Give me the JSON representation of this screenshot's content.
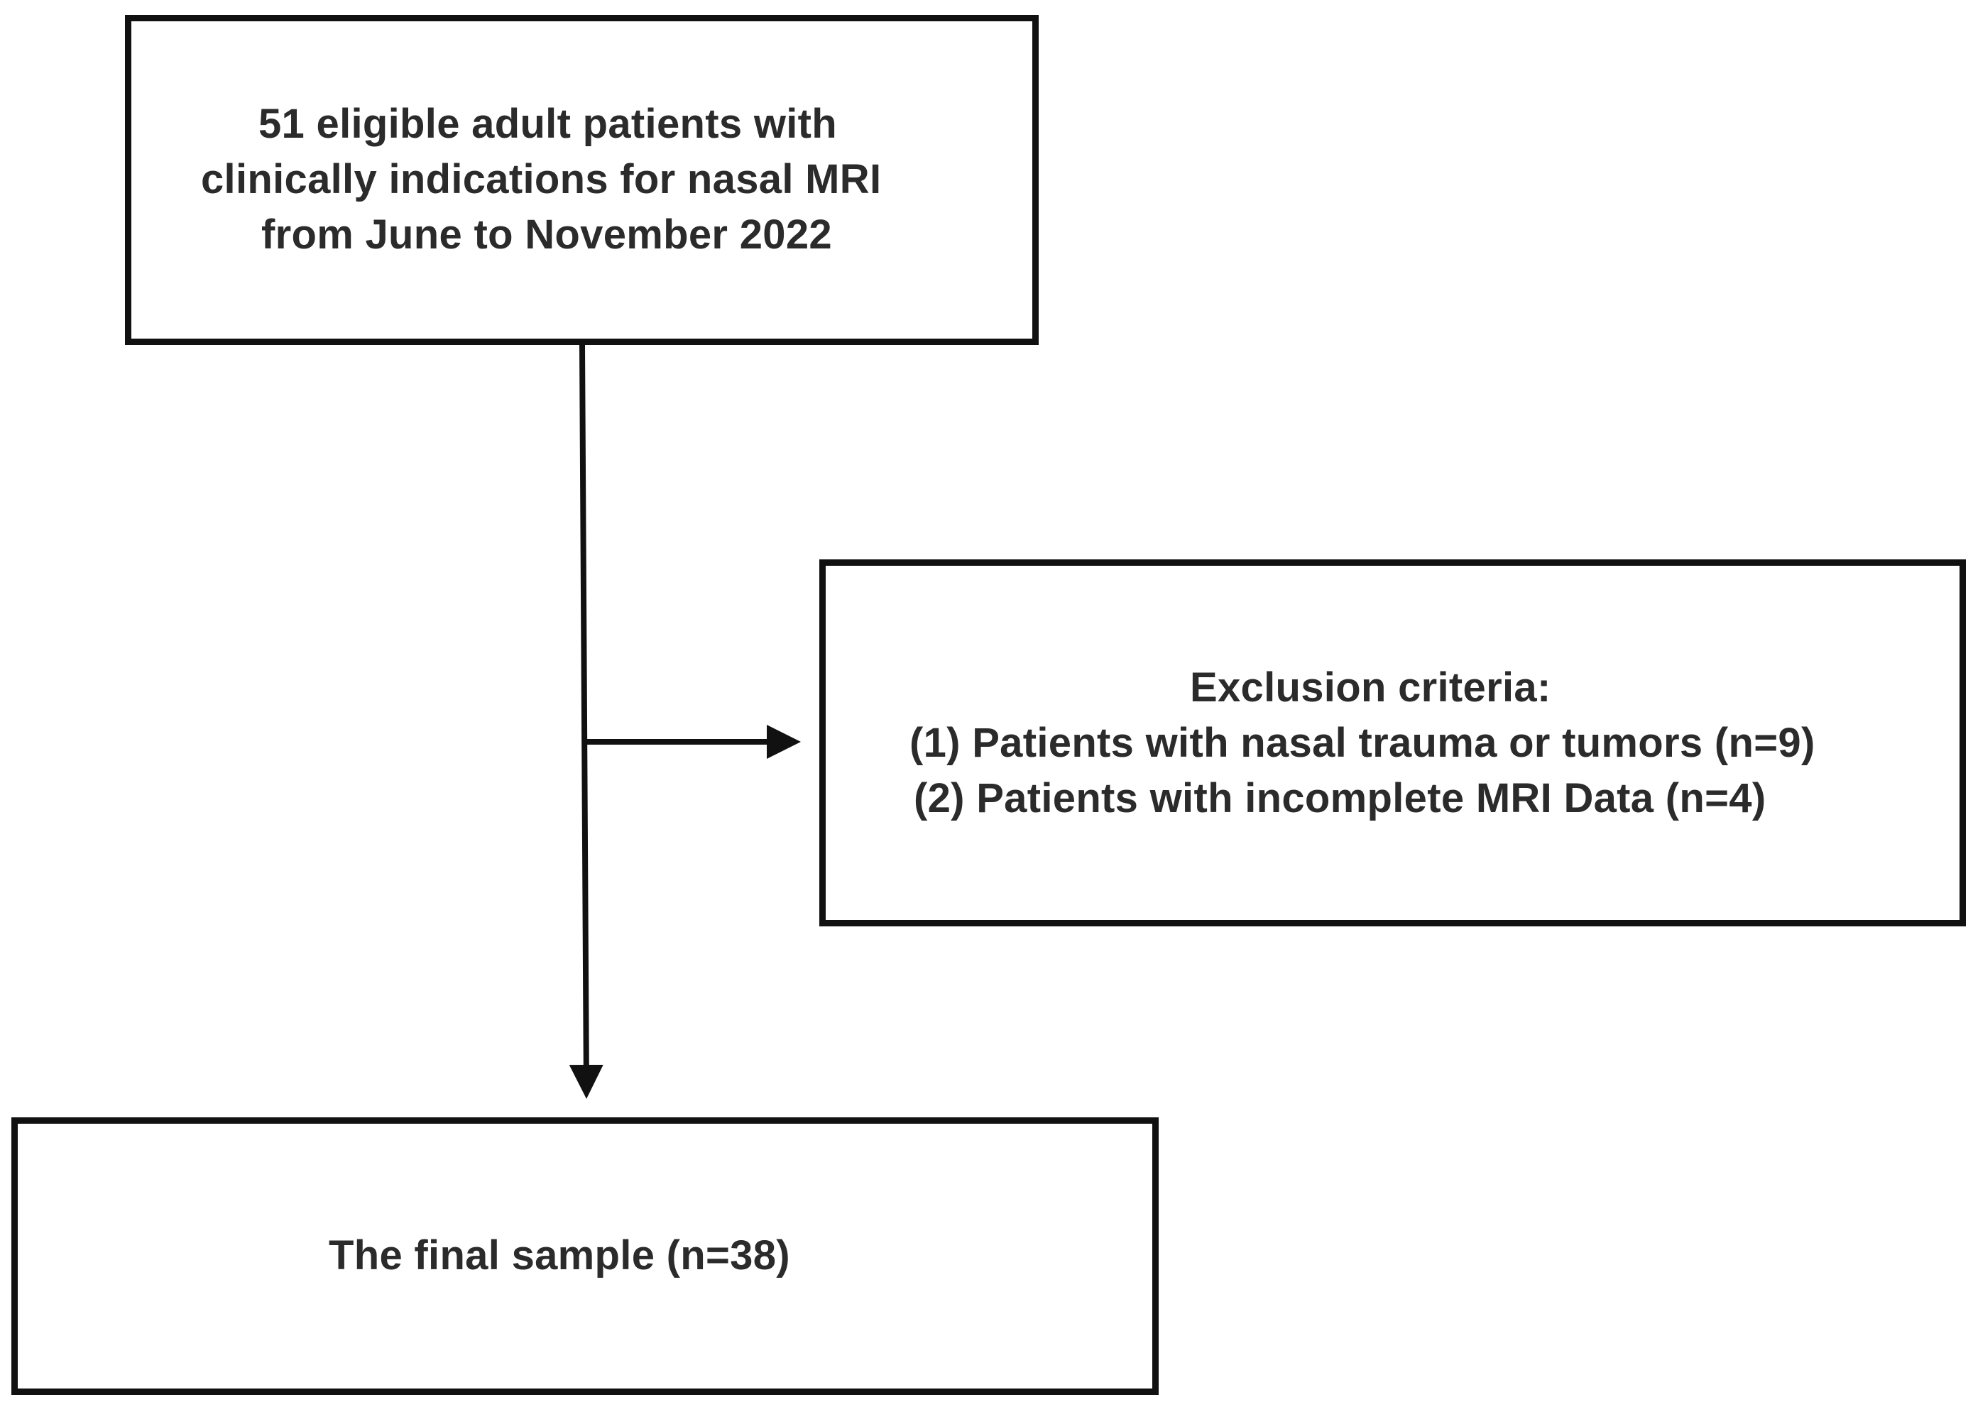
{
  "flowchart": {
    "enrollment": {
      "lines": [
        "51 eligible adult patients with",
        "clinically indications for nasal MRI",
        "from June to November 2022"
      ]
    },
    "exclusion": {
      "heading": "Exclusion criteria:",
      "items": [
        "(1) Patients with nasal trauma or tumors (n=9)",
        "(2) Patients with incomplete MRI Data (n=4)"
      ]
    },
    "final": {
      "label": "The final sample (n=38)"
    }
  },
  "colors": {
    "stroke": "#111111",
    "text": "#2b2b2b",
    "background": "#ffffff"
  }
}
